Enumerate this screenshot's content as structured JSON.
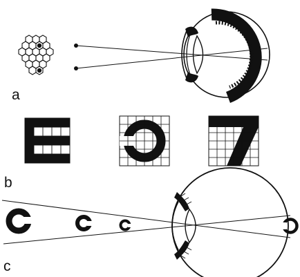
{
  "figure": {
    "panels": [
      {
        "label": "a"
      },
      {
        "label": "b"
      },
      {
        "label": "c"
      }
    ],
    "optotypes": [
      "E",
      "C",
      "7"
    ],
    "colors": {
      "ink": "#111111",
      "background": "#ffffff"
    }
  }
}
